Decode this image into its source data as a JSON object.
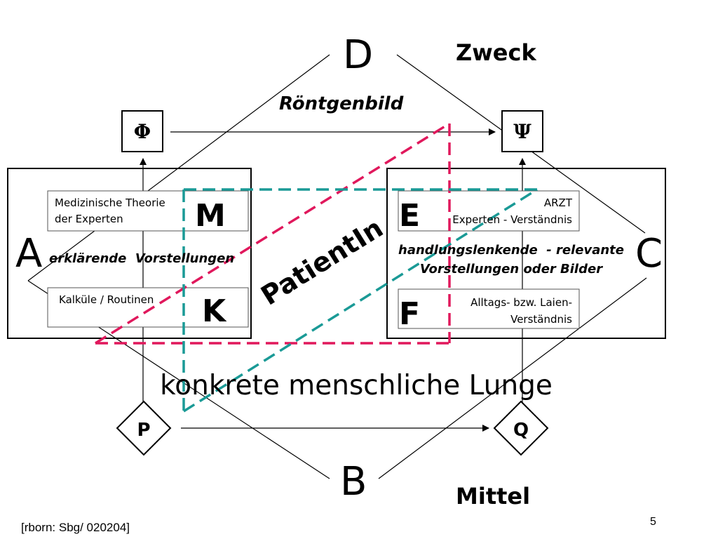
{
  "corners": {
    "a": "A",
    "b": "B",
    "c": "C",
    "d": "D"
  },
  "zweck": "Zweck",
  "mittel": "Mittel",
  "roentgenbild": "Röntgenbild",
  "patient": "PatientIn",
  "lunge": "konkrete menschliche Lunge",
  "symbols": {
    "phi": "Φ",
    "psi": "Ψ",
    "p": "P",
    "q": "Q"
  },
  "left_box": {
    "label_m": "M",
    "label_k": "K",
    "theory_line1": "Medizinische Theorie",
    "theory_line2": "der Experten",
    "explain": "erklärende  Vorstellungen",
    "calc": "Kalküle / Routinen"
  },
  "right_box": {
    "label_e": "E",
    "label_f": "F",
    "arzt_line1": "ARZT",
    "arzt_line2": "Experten - Verständnis",
    "action_line1": "handlungslenkende  - relevante",
    "action_line2": "Vorstellungen oder Bilder",
    "laien_line1": "Alltags- bzw. Laien-",
    "laien_line2": "Verständnis"
  },
  "citation": "[rborn: Sbg/ 020204]",
  "page_number": "5",
  "colors": {
    "pink": "#e0185c",
    "teal": "#1a9a96",
    "ink": "#000000"
  }
}
